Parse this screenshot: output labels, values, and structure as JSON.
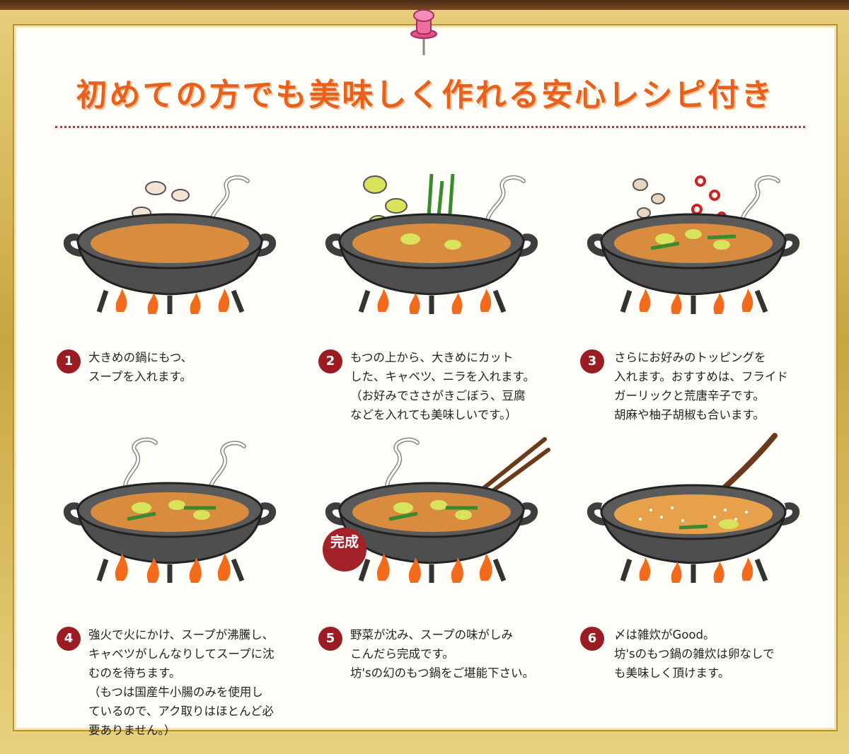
{
  "title": "初めての方でも美味しく作れる安心レシピ付き",
  "badge_done": "完成",
  "steps": [
    {
      "num": "1",
      "lines": [
        "大きめの鍋にもつ、",
        "スープを入れます。"
      ]
    },
    {
      "num": "2",
      "lines": [
        "もつの上から、大きめにカット",
        "した、キャベツ、ニラを入れます。",
        "（お好みでささがきごぼう、豆腐",
        "などを入れても美味しいです。）"
      ]
    },
    {
      "num": "3",
      "lines": [
        "さらにお好みのトッピングを",
        "入れます。おすすめは、フライド",
        "ガーリックと荒唐辛子です。",
        "胡麻や柚子胡椒も合います。"
      ]
    },
    {
      "num": "4",
      "lines": [
        "強火で火にかけ、スープが沸騰し、",
        "キャベツがしんなりしてスープに沈",
        "むのを待ちます。",
        "（もつは国産牛小腸のみを使用し",
        "ているので、アク取りはほとんど必",
        "要ありません。）"
      ]
    },
    {
      "num": "5",
      "lines": [
        "野菜が沈み、スープの味がしみ",
        "こんだら完成です。",
        "坊'sの幻のもつ鍋をご堪能下さい。"
      ]
    },
    {
      "num": "6",
      "lines": [
        "〆は雑炊がGood。",
        "坊'sのもつ鍋の雑炊は卵なしで",
        "も美味しく頂けます。"
      ]
    }
  ],
  "colors": {
    "title": "#e8611c",
    "badge": "#9c1c24",
    "pot": "#4a4a4a",
    "broth": "#d98c3e",
    "flame": "#f26a1b"
  }
}
